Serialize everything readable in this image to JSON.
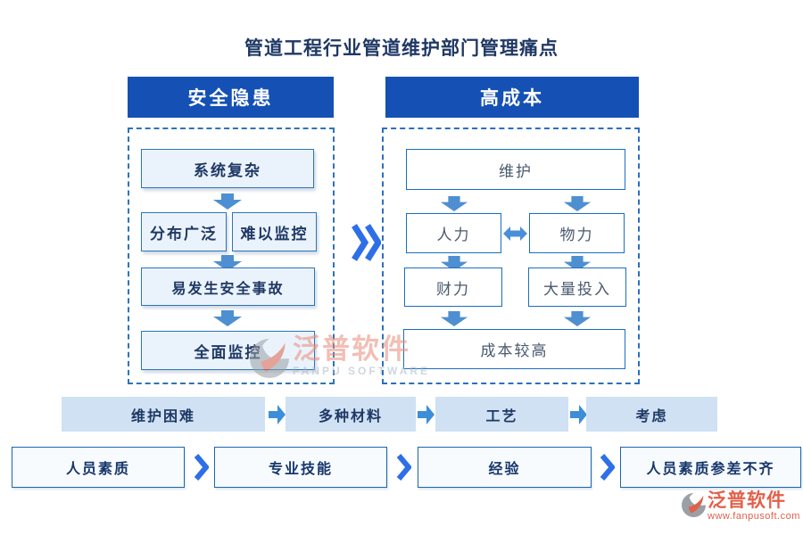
{
  "title": "管道工程行业管道维护部门管理痛点",
  "safety": {
    "header": "安全隐患",
    "boxes": [
      "系统复杂",
      "分布广泛",
      "难以监控",
      "易发生安全事故",
      "全面监控"
    ]
  },
  "cost": {
    "header": "高成本",
    "boxes": [
      "维护",
      "人力",
      "物力",
      "财力",
      "大量投入",
      "成本较高"
    ]
  },
  "row1": [
    "维护困难",
    "多种材料",
    "工艺",
    "考虑"
  ],
  "row2": [
    "人员素质",
    "专业技能",
    "经验",
    "人员素质参差不齐"
  ],
  "watermark": {
    "name": "泛普软件",
    "sub": "FANPU SOFTWARE"
  },
  "logo": {
    "name": "泛普软件",
    "url": "www.fanpusoft.com"
  },
  "colors": {
    "header_blue": "#1551b4",
    "dashed_border": "#2e74b5",
    "left_box_fill": "#eaf3fb",
    "right_box_fill": "#ffffff",
    "row1_fill": "#cfe1f3",
    "arrow_blue": "#4e8fd1",
    "chevron_blue": "#2e6fe8",
    "text_navy": "#1f3864",
    "logo_red": "#e2604a"
  }
}
